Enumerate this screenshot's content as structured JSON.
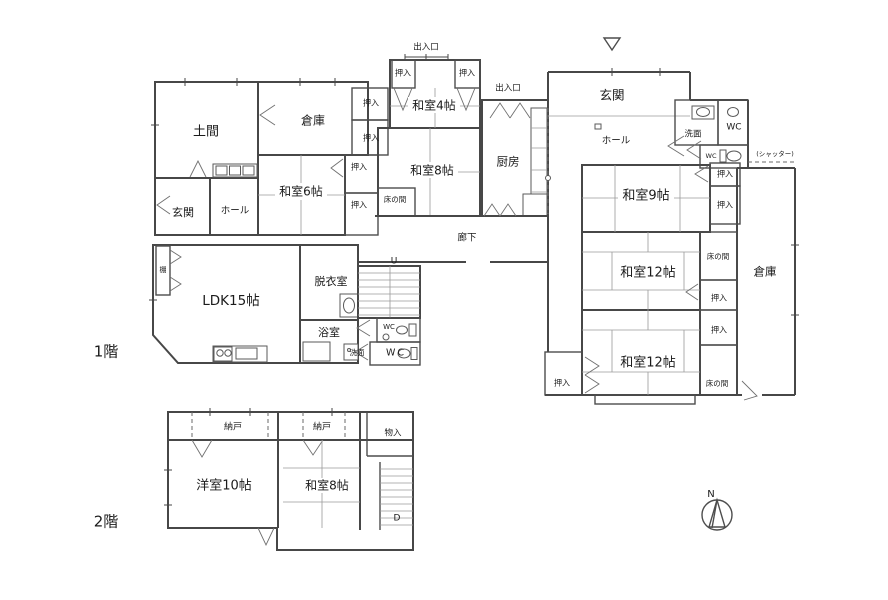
{
  "floors": {
    "first": "1階",
    "second": "2階"
  },
  "markers": {
    "up": "U",
    "down": "D",
    "north": "N"
  },
  "terms": {
    "oshiire": "押入",
    "tokonoma": "床の間",
    "deiriguchi": "出入口",
    "senmen": "洗面",
    "wc": "WC",
    "shutter": "(シャッター)",
    "rouka": "廊下",
    "nando": "納戸",
    "monoire": "物入",
    "tana": "棚"
  },
  "rooms_1f": {
    "doma": "土間",
    "souko_left": "倉庫",
    "washitsu6": "和室6帖",
    "genkan_left": "玄関",
    "hall_left": "ホール",
    "washitsu4": "和室4帖",
    "washitsu8": "和室8帖",
    "chubou": "厨房",
    "genkan_right": "玄関",
    "hall_right": "ホール",
    "washitsu9": "和室9帖",
    "washitsu12a": "和室12帖",
    "washitsu12b": "和室12帖",
    "souko_right": "倉庫",
    "ldk": "LDK15帖",
    "datsuiishitsu": "脱衣室",
    "yokushitsu": "浴室"
  },
  "rooms_2f": {
    "youshitsu10": "洋室10帖",
    "washitsu8": "和室8帖"
  }
}
